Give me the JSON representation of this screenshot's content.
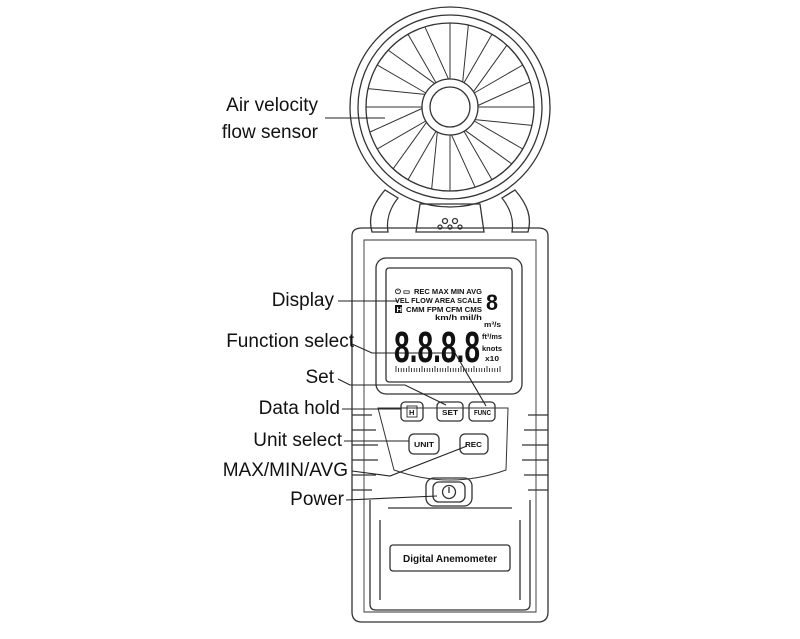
{
  "callouts": {
    "sensor": "Air velocity\nflow sensor",
    "display": "Display",
    "function": "Function select",
    "set": "Set",
    "hold": "Data hold",
    "unit": "Unit select",
    "maxminavg": "MAX/MIN/AVG",
    "power": "Power"
  },
  "lcd": {
    "row1": "REC MAX MIN AVG",
    "row2": "VEL FLOW AREA SCALE",
    "row3": "CMM FPM CFM CMS",
    "row4": "km/h mil/h",
    "hold_flag": "H",
    "reading": "8.8.8.8",
    "small_digit": "8",
    "unit1": "m³/s",
    "unit2": "ft³/ms",
    "unit3": "knots",
    "unit4": "x10"
  },
  "buttons": {
    "hold": "H",
    "set": "SET",
    "func": "FUNC",
    "unit": "UNIT",
    "rec": "REC"
  },
  "device_label": "Digital Anemometer"
}
